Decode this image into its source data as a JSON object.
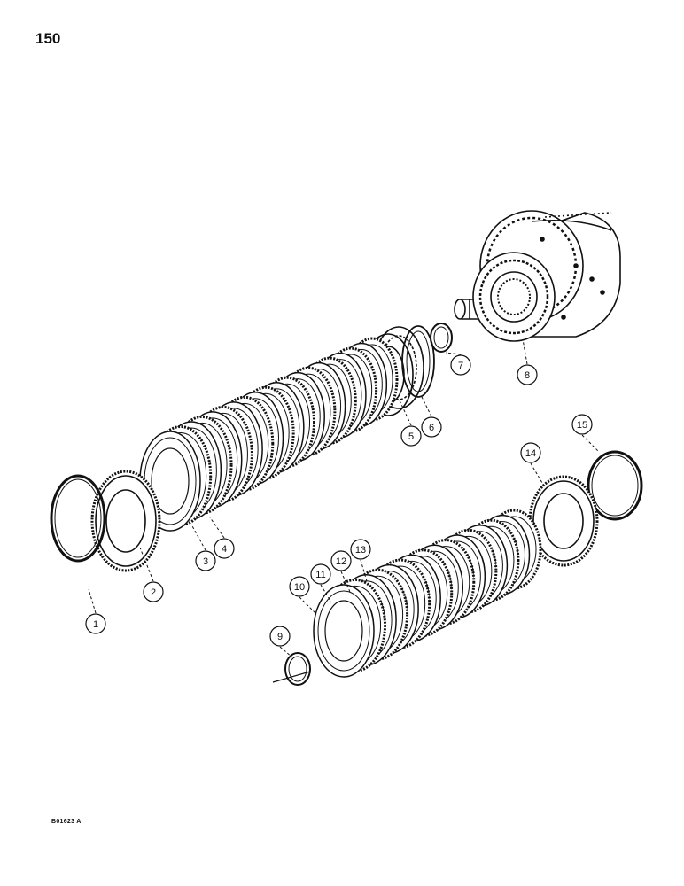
{
  "page": {
    "number": "150",
    "figure_code": "B01623 A"
  },
  "callouts": [
    "1",
    "2",
    "3",
    "4",
    "5",
    "6",
    "7",
    "8",
    "9",
    "10",
    "11",
    "12",
    "13",
    "14",
    "15"
  ]
}
